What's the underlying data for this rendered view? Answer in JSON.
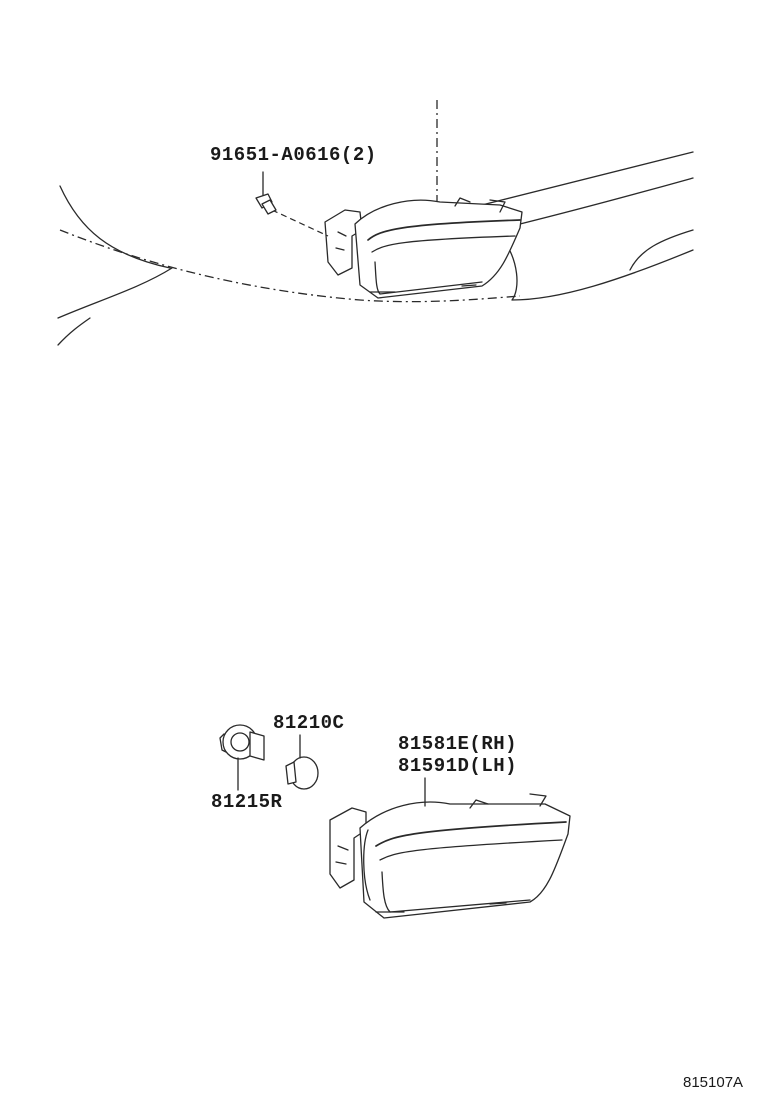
{
  "diagram": {
    "labels": {
      "bolt": "91651-A0616(2)",
      "bulb": "81210C",
      "socket": "81215R",
      "lamp_rh": "81581E(RH)",
      "lamp_lh": "81591D(LH)"
    },
    "figure_id": "815107A"
  }
}
